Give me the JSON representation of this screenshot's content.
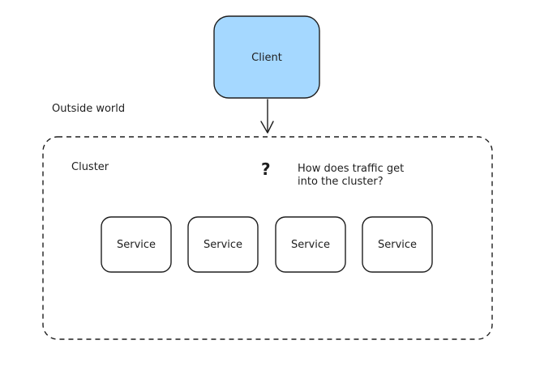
{
  "client": {
    "label": "Client",
    "fill": "#a5d8ff"
  },
  "outside_label": "Outside world",
  "cluster": {
    "label": "Cluster",
    "question_mark": "?",
    "question_line1": "How does traffic get",
    "question_line2": "into the cluster?"
  },
  "services": [
    {
      "label": "Service"
    },
    {
      "label": "Service"
    },
    {
      "label": "Service"
    },
    {
      "label": "Service"
    }
  ],
  "colors": {
    "stroke": "#1e1e1e",
    "background": "#ffffff"
  }
}
